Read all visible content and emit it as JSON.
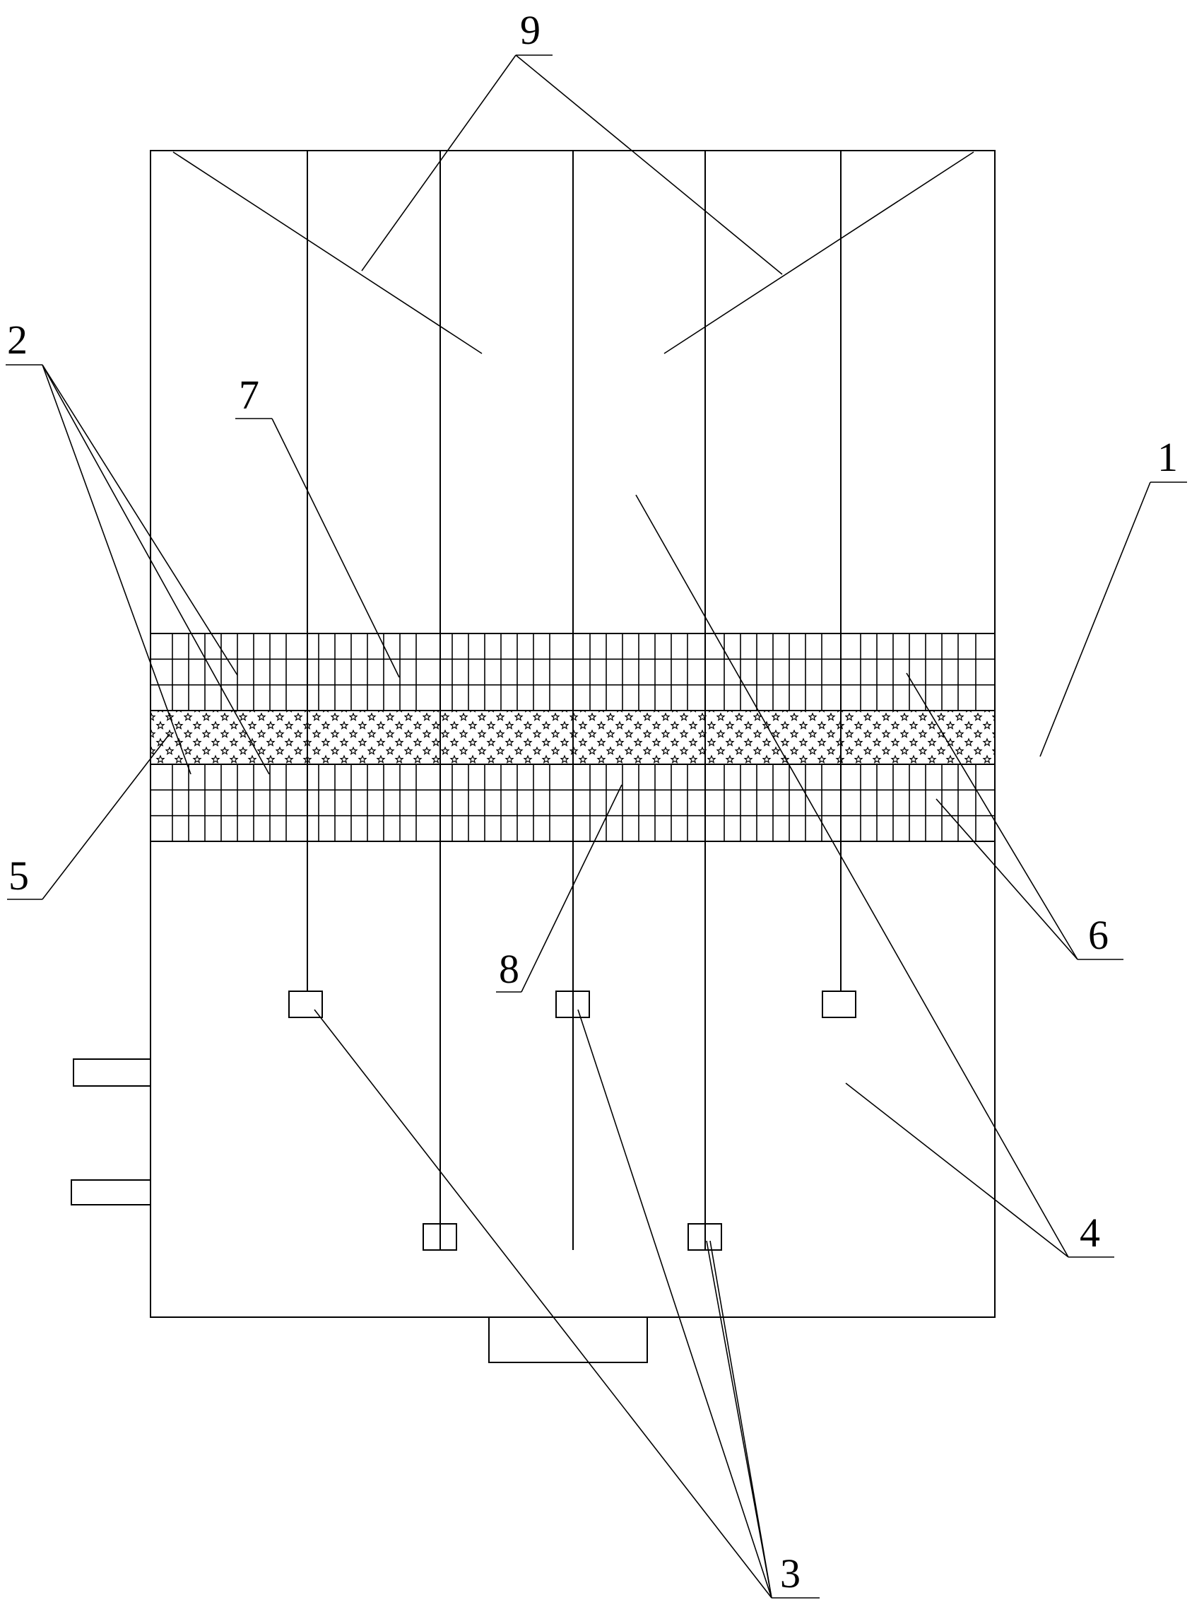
{
  "labels": {
    "l1": "1",
    "l2": "2",
    "l3": "3",
    "l4": "4",
    "l5": "5",
    "l6": "6",
    "l7": "7",
    "l8": "8",
    "l9": "9"
  },
  "colors": {
    "line": "#000000",
    "background": "#ffffff"
  },
  "structure": {
    "compartment_columns": 6,
    "suspended_devices": 5,
    "side_outlets": 2,
    "bottom_outlets": 1,
    "upper_grid_rows": 3,
    "lower_grid_rows": 3
  }
}
